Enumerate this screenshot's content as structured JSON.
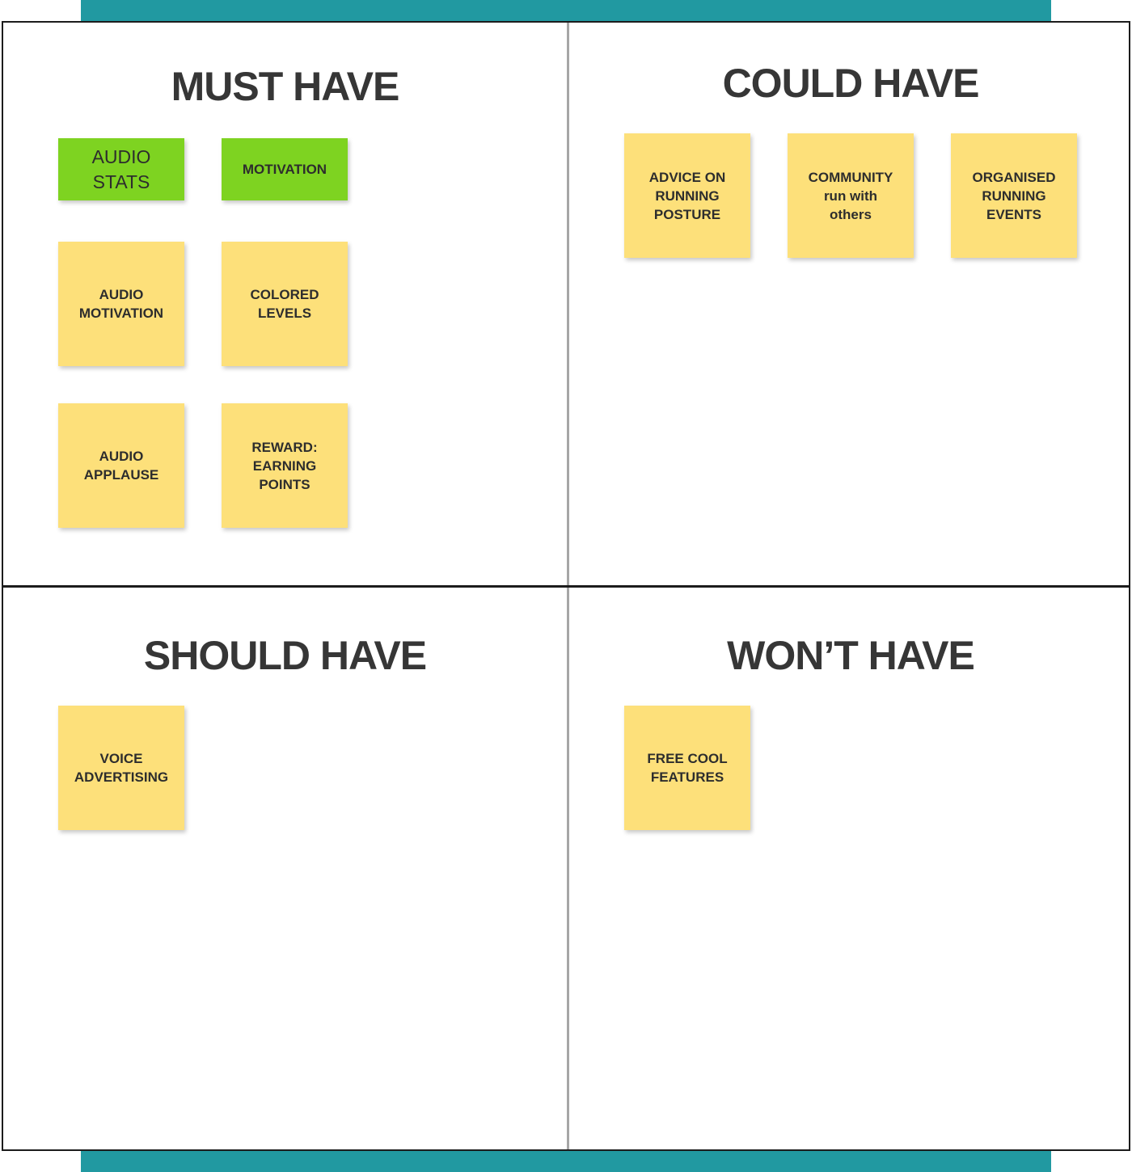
{
  "board": {
    "quadrants": {
      "must": {
        "title": "MUST HAVE",
        "notes": [
          {
            "text": "AUDIO\nSTATS",
            "color": "#7ed321"
          },
          {
            "text": "MOTIVATION",
            "color": "#7ed321"
          },
          {
            "text": "AUDIO\nMOTIVATION",
            "color": "#fde07a"
          },
          {
            "text": "COLORED\nLEVELS",
            "color": "#fde07a"
          },
          {
            "text": "AUDIO\nAPPLAUSE",
            "color": "#fde07a"
          },
          {
            "text": "REWARD:\nEARNING\nPOINTS",
            "color": "#fde07a"
          }
        ]
      },
      "could": {
        "title": "COULD HAVE",
        "notes": [
          {
            "text": "ADVICE ON\nRUNNING\nPOSTURE",
            "color": "#fde07a"
          },
          {
            "text": "COMMUNITY\nrun with\nothers",
            "color": "#fde07a"
          },
          {
            "text": "ORGANISED\nRUNNING\nEVENTS",
            "color": "#fde07a"
          }
        ]
      },
      "should": {
        "title": "SHOULD HAVE",
        "notes": [
          {
            "text": "VOICE\nADVERTISING",
            "color": "#fde07a"
          }
        ]
      },
      "wont": {
        "title": "WON’T HAVE",
        "notes": [
          {
            "text": "FREE COOL\nFEATURES",
            "color": "#fde07a"
          }
        ]
      }
    }
  },
  "colors": {
    "accent": "#2199a1",
    "sticky_yellow": "#fde07a",
    "sticky_green": "#7ed321",
    "title_text": "#363636"
  }
}
